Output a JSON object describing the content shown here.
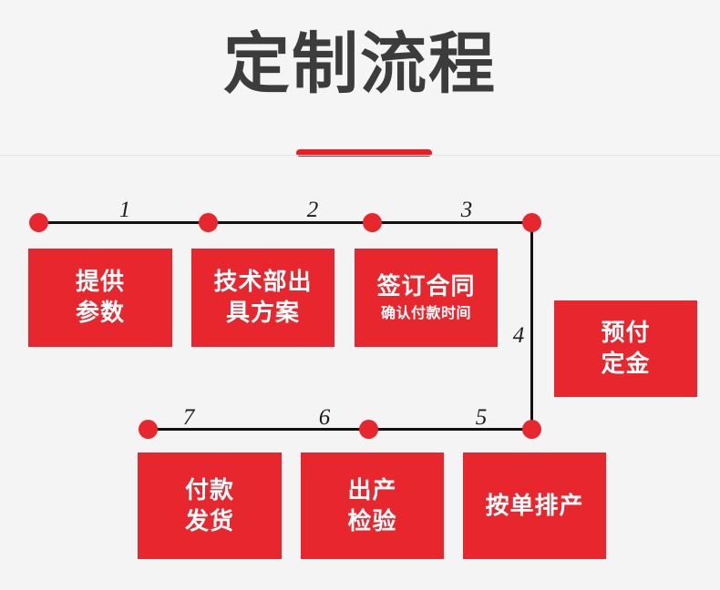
{
  "header": {
    "title": "定制流程",
    "accent_color": "#ed1b23",
    "title_color": "#3c3c3c"
  },
  "theme": {
    "background": "#f4f4f4",
    "box_fill": "#e8262e",
    "box_text": "#ffffff",
    "node_color": "#e8262e",
    "line_color": "#111111",
    "number_color": "#1d1d1d"
  },
  "flow": {
    "numbers": [
      {
        "id": "step-1",
        "label": "1"
      },
      {
        "id": "step-2",
        "label": "2"
      },
      {
        "id": "step-3",
        "label": "3"
      },
      {
        "id": "step-4",
        "label": "4"
      },
      {
        "id": "step-5",
        "label": "5"
      },
      {
        "id": "step-6",
        "label": "6"
      },
      {
        "id": "step-7",
        "label": "7"
      }
    ],
    "steps": [
      {
        "id": "step-box-1",
        "name": "provide-parameters",
        "line1": "提供",
        "line2": "参数",
        "sub": ""
      },
      {
        "id": "step-box-2",
        "name": "tech-department-proposal",
        "line1": "技术部出",
        "line2": "具方案",
        "sub": ""
      },
      {
        "id": "step-box-3",
        "name": "sign-contract",
        "line1": "签订合同",
        "line2": "",
        "sub": "确认付款时间"
      },
      {
        "id": "step-box-4",
        "name": "prepay-deposit",
        "line1": "预付",
        "line2": "定金",
        "sub": ""
      },
      {
        "id": "step-box-5",
        "name": "schedule-production",
        "line1": "按单排产",
        "line2": "",
        "sub": ""
      },
      {
        "id": "step-box-6",
        "name": "production-inspection",
        "line1": "出产",
        "line2": "检验",
        "sub": ""
      },
      {
        "id": "step-box-7",
        "name": "payment-shipment",
        "line1": "付款",
        "line2": "发货",
        "sub": ""
      }
    ]
  }
}
